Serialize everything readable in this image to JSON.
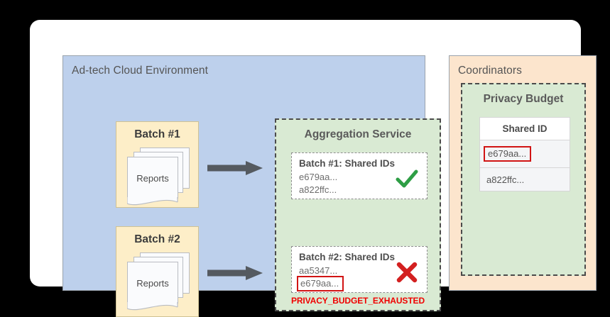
{
  "diagram": {
    "adtech_panel": {
      "title": "Ad-tech Cloud Environment",
      "bg_color": "#bdd0ec",
      "batches": [
        {
          "label": "Batch #1",
          "doc_label": "Reports"
        },
        {
          "label": "Batch #2",
          "doc_label": "Reports"
        }
      ],
      "aggregation_service": {
        "title": "Aggregation Service",
        "bg_color": "#d9ead3",
        "groups": [
          {
            "heading": "Batch #1: Shared IDs",
            "ids": [
              "e679aa...",
              "a822ffc..."
            ],
            "flagged_id": null,
            "status": "check",
            "status_color": "#2e9e45"
          },
          {
            "heading": "Batch #2: Shared IDs",
            "ids": [
              "aa5347..."
            ],
            "flagged_id": "e679aa...",
            "status": "cross",
            "status_color": "#d32020"
          }
        ],
        "error_message": "PRIVACY_BUDGET_EXHAUSTED",
        "error_color": "#f00000"
      }
    },
    "coordinators_panel": {
      "title": "Coordinators",
      "bg_color": "#fce5cd",
      "privacy_budget": {
        "title": "Privacy Budget",
        "bg_color": "#d9ead3",
        "table": {
          "header": "Shared ID",
          "rows": [
            {
              "value": "e679aa...",
              "flagged": true
            },
            {
              "value": "a822ffc...",
              "flagged": false
            }
          ]
        }
      }
    },
    "arrow_color": "#555a60"
  }
}
